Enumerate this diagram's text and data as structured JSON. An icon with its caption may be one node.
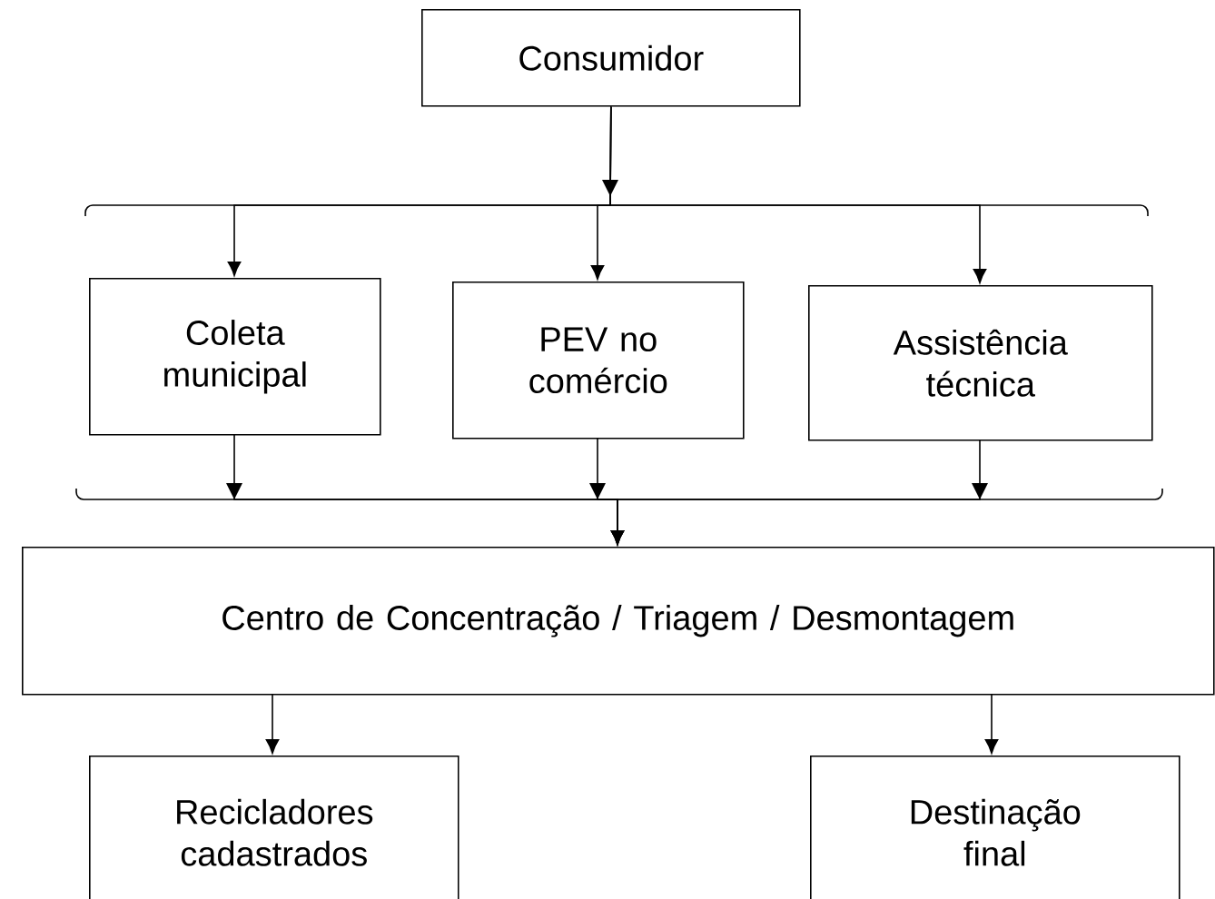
{
  "diagram": {
    "nodes": [
      {
        "text": [
          "Consumidor"
        ]
      },
      {
        "text": [
          "Coleta municipal"
        ]
      },
      {
        "text": [
          "PEV no comércio"
        ]
      },
      {
        "text": [
          "Assistência técnica"
        ]
      },
      {
        "text": [
          "Centro de Concentração / Triagem / Desmontagem"
        ]
      },
      {
        "text": [
          "Recicladores cadastrados"
        ]
      },
      {
        "text": [
          "Destinação final"
        ]
      }
    ],
    "edges": [
      {
        "from": 0,
        "to": 1,
        "arrow": "to"
      },
      {
        "from": 0,
        "to": 2,
        "arrow": "to"
      },
      {
        "from": 0,
        "to": 3,
        "arrow": "to"
      },
      {
        "from": 1,
        "to": 4,
        "arrow": "to"
      },
      {
        "from": 2,
        "to": 4,
        "arrow": "to"
      },
      {
        "from": 3,
        "to": 4,
        "arrow": "to"
      },
      {
        "from": 4,
        "to": 5,
        "arrow": "to"
      },
      {
        "from": 4,
        "to": 6,
        "arrow": "to"
      }
    ]
  }
}
